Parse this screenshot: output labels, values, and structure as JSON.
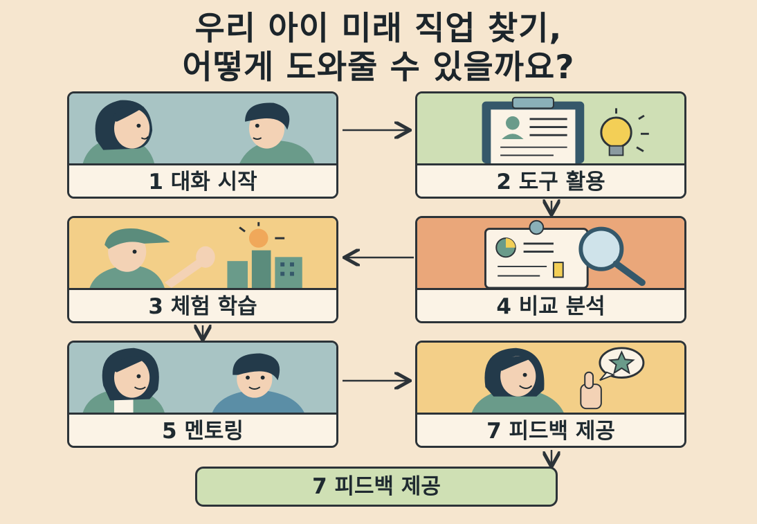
{
  "title": {
    "line1": "우리 아이 미래 직업 찾기,",
    "line2": "어떻게 도와줄 수 있을까요?"
  },
  "steps": [
    {
      "label": "1 대화 시작",
      "art": "conversation-illustration",
      "color": "#a8c4c4"
    },
    {
      "label": "2 도구 활용",
      "art": "clipboard-lightbulb-illustration",
      "color": "#cfdfb5"
    },
    {
      "label": "3 체험 학습",
      "art": "field-trip-illustration",
      "color": "#f3cf88"
    },
    {
      "label": "4 비교 분석",
      "art": "analysis-magnifier-illustration",
      "color": "#eaa77a"
    },
    {
      "label": "5 멘토링",
      "art": "mentoring-illustration",
      "color": "#a8c4c4"
    },
    {
      "label": "7 피드백 제공",
      "art": "feedback-star-illustration",
      "color": "#f3cf88"
    }
  ],
  "final_step": {
    "label": "7  피드백 제공",
    "color": "#cfe0b4"
  },
  "arrow_color": "#2c3338"
}
